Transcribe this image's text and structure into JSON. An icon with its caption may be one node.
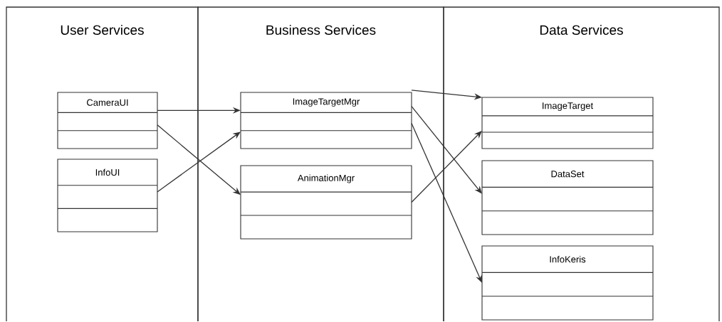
{
  "diagram": {
    "nodes": [
      {
        "text": [
          "User Services"
        ]
      },
      {
        "text": [
          "Business Services"
        ]
      },
      {
        "text": [
          "Data Services"
        ]
      },
      {
        "text": [
          "CameraUI"
        ],
        "in": 0
      },
      {
        "text": [
          "InfoUI"
        ],
        "in": 0
      },
      {
        "text": [
          "ImageTargetMgr"
        ],
        "in": 1
      },
      {
        "text": [
          "AnimationMgr"
        ],
        "in": 1
      },
      {
        "text": [
          "ImageTarget"
        ],
        "in": 2
      },
      {
        "text": [
          "DataSet"
        ],
        "in": 2
      },
      {
        "text": [
          "InfoKeris"
        ],
        "in": 2
      }
    ],
    "edges": [
      {
        "from": 3,
        "to": 5,
        "arrow": "to"
      },
      {
        "from": 3,
        "to": 6,
        "arrow": "to"
      },
      {
        "from": 4,
        "to": 5,
        "arrow": "to"
      },
      {
        "from": 5,
        "to": 7,
        "arrow": "to"
      },
      {
        "from": 5,
        "to": 8,
        "arrow": "to"
      },
      {
        "from": 5,
        "to": 9,
        "arrow": "to"
      },
      {
        "from": 6,
        "to": 7,
        "arrow": "to"
      }
    ]
  }
}
